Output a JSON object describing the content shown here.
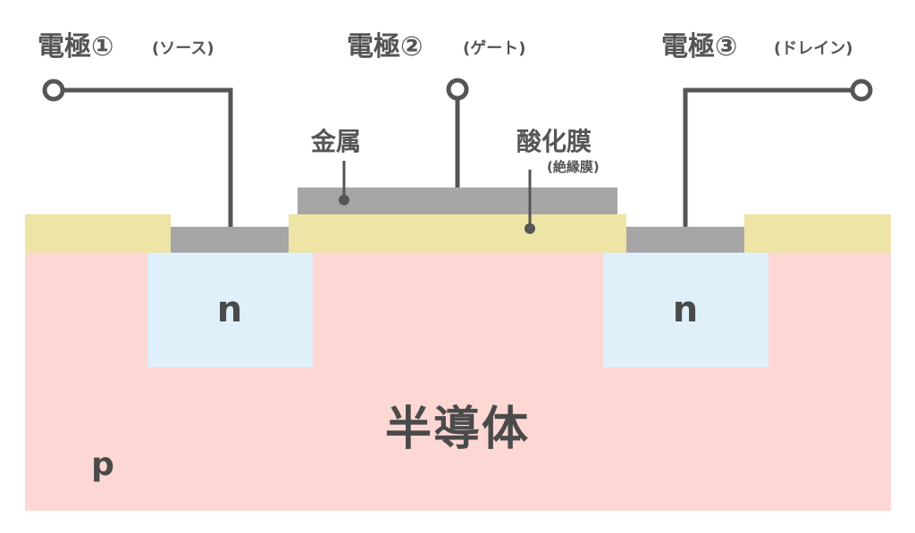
{
  "labels": {
    "source": {
      "name": "電極①",
      "sub": "(ソース)"
    },
    "gate": {
      "name": "電極②",
      "sub": "(ゲート)"
    },
    "drain": {
      "name": "電極③",
      "sub": "(ドレイン)"
    },
    "metal": "金属",
    "oxide": "酸化膜",
    "oxide_sub": "(絶縁膜)",
    "n_left": "n",
    "n_right": "n",
    "semiconductor": "半導体",
    "p": "p"
  },
  "colors": {
    "substrate_p": "#fdd7d3",
    "n_region": "#dff0fb",
    "oxide": "#ede4a5",
    "metal": "#a6a6a6",
    "wire": "#555555",
    "text": "#4a4a4a"
  }
}
